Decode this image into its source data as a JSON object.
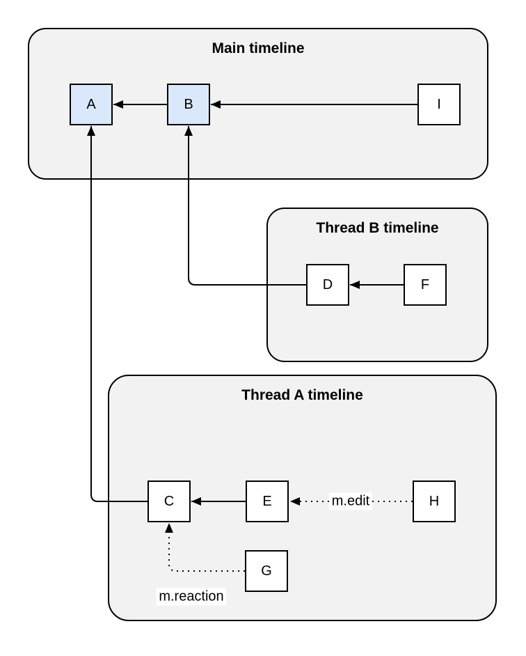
{
  "diagram": {
    "containers": [
      {
        "id": "main-timeline",
        "title": "Main timeline"
      },
      {
        "id": "thread-b-timeline",
        "title": "Thread B timeline"
      },
      {
        "id": "thread-a-timeline",
        "title": "Thread A timeline"
      }
    ],
    "nodes": [
      {
        "id": "A",
        "label": "A",
        "container": "main-timeline",
        "fill": "#dae8fc"
      },
      {
        "id": "B",
        "label": "B",
        "container": "main-timeline",
        "fill": "#dae8fc"
      },
      {
        "id": "I",
        "label": "I",
        "container": "main-timeline",
        "fill": "#ffffff"
      },
      {
        "id": "D",
        "label": "D",
        "container": "thread-b-timeline",
        "fill": "#ffffff"
      },
      {
        "id": "F",
        "label": "F",
        "container": "thread-b-timeline",
        "fill": "#ffffff"
      },
      {
        "id": "C",
        "label": "C",
        "container": "thread-a-timeline",
        "fill": "#ffffff"
      },
      {
        "id": "E",
        "label": "E",
        "container": "thread-a-timeline",
        "fill": "#ffffff"
      },
      {
        "id": "H",
        "label": "H",
        "container": "thread-a-timeline",
        "fill": "#ffffff"
      },
      {
        "id": "G",
        "label": "G",
        "container": "thread-a-timeline",
        "fill": "#ffffff"
      }
    ],
    "edges": [
      {
        "from": "B",
        "to": "A",
        "style": "solid",
        "label": ""
      },
      {
        "from": "I",
        "to": "B",
        "style": "solid",
        "label": ""
      },
      {
        "from": "F",
        "to": "D",
        "style": "solid",
        "label": ""
      },
      {
        "from": "D",
        "to": "B",
        "style": "solid",
        "label": ""
      },
      {
        "from": "E",
        "to": "C",
        "style": "solid",
        "label": ""
      },
      {
        "from": "H",
        "to": "E",
        "style": "dotted",
        "label": "m.edit"
      },
      {
        "from": "G",
        "to": "C",
        "style": "dotted",
        "label": "m.reaction"
      },
      {
        "from": "C",
        "to": "A",
        "style": "solid",
        "label": ""
      }
    ],
    "colors": {
      "container_fill": "#f2f2f2",
      "container_stroke": "#000000",
      "node_fill_highlight": "#dae8fc",
      "node_fill": "#ffffff",
      "node_stroke": "#000000",
      "edge_stroke": "#000000",
      "background": "#ffffff"
    }
  }
}
